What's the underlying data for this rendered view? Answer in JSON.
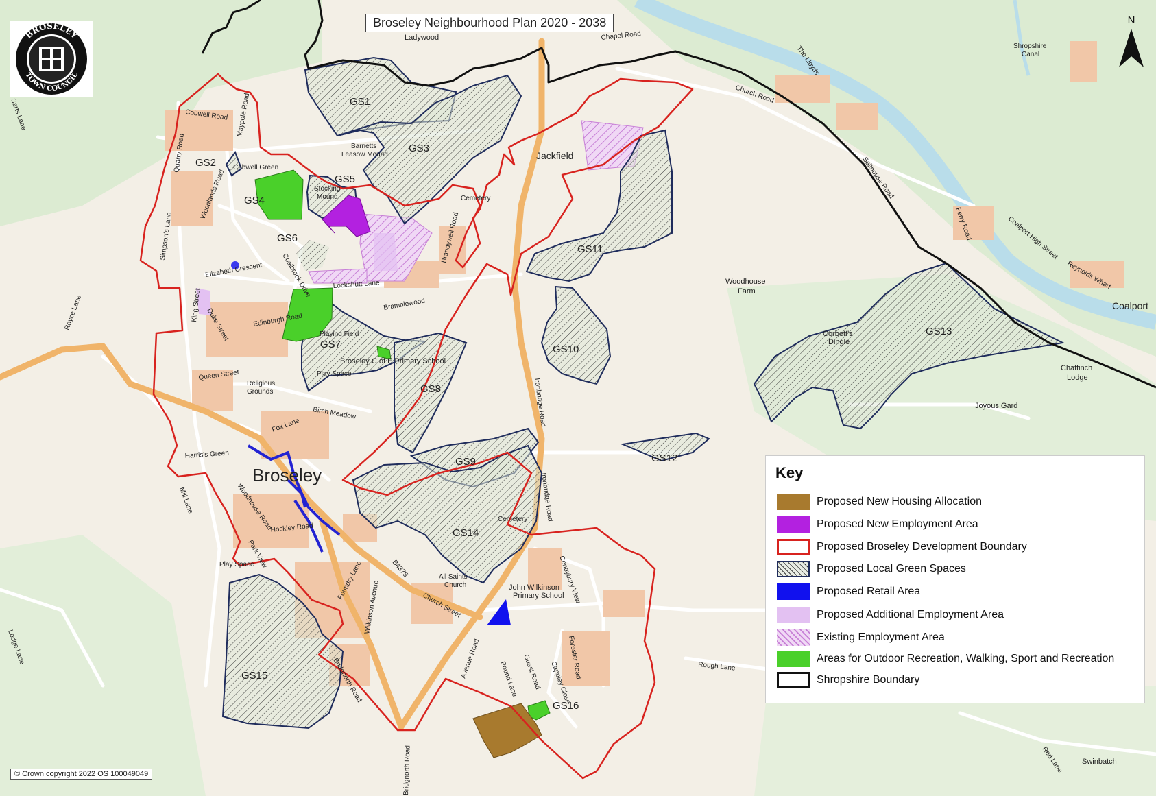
{
  "map_title": "Broseley Neighbourhood Plan 2020 - 2038",
  "logo": {
    "text_top": "BROSELEY",
    "text_bottom": "TOWN COUNCIL"
  },
  "north_label": "N",
  "copyright": "© Crown copyright 2022 OS 100049049",
  "town_label": "Broseley",
  "green_space_labels": [
    "GS1",
    "GS2",
    "GS3",
    "GS4",
    "GS5",
    "GS6",
    "GS7",
    "GS8",
    "GS9",
    "GS10",
    "GS11",
    "GS12",
    "GS13",
    "GS14",
    "GS15",
    "GS16"
  ],
  "place_labels": {
    "ladywood": "Ladywood",
    "jackfield": "Jackfield",
    "woodhouse_farm_1": "Woodhouse",
    "woodhouse_farm_2": "Farm",
    "coalport": "Coalport",
    "chaffinch_1": "Chaffinch",
    "chaffinch_2": "Lodge",
    "joyous_gard": "Joyous Gard",
    "swinbatch": "Swinbatch",
    "shropshire_canal_1": "Shropshire",
    "shropshire_canal_2": "Canal",
    "school_1": "John Wilkinson",
    "school_2": "Primary School",
    "all_saints_1": "All Saints",
    "all_saints_2": "Church",
    "cemetery_1": "Cemetery",
    "cemetery_2": "Cemetery",
    "playing_field": "Playing Field",
    "play_space_1": "Play Space",
    "play_space_2": "Play Space",
    "religious_1": "Religious",
    "religious_2": "Grounds",
    "barnetts_1": "Barnetts",
    "barnetts_2": "Leasow Mound",
    "stocking_1": "Stocking",
    "stocking_2": "Mound",
    "corbetts_1": "Corbett's",
    "corbetts_2": "Dingle",
    "school_broseley": "Broseley C of E Primary School",
    "cobwell_green": "Cobwell Green"
  },
  "road_labels": {
    "cobwell_road": "Cobwell Road",
    "quarry_road": "Quarry Road",
    "maypole_road": "Maypole Road",
    "woodlands_road": "Woodlands Road",
    "simpsons_lane": "Simpson's Lane",
    "king_street": "King Street",
    "duke_street": "Duke Street",
    "elizabeth_crescent": "Elizabeth Crescent",
    "edinburgh_road": "Edinburgh Road",
    "queen_street": "Queen Street",
    "fox_lane": "Fox Lane",
    "harris_green": "Harris's Green",
    "mill_lane": "Mill Lane",
    "woodhouse_road": "Woodhouse Road",
    "hockley_road": "Hockley Road",
    "park_view": "Park View",
    "b4375": "B4375",
    "church_street": "Church Street",
    "foundry_lane": "Foundry Lane",
    "wilkinson_avenue": "Wilkinson Avenue",
    "bridgnorth_road_1": "Bridgnorth Road",
    "bridgnorth_road_2": "Bridgnorth Road",
    "avenue_road": "Avenue Road",
    "pound_lane": "Pound Lane",
    "guest_road": "Guest Road",
    "forester_road": "Forester Road",
    "coneybury_view": "Coneybury View",
    "cappley_close": "Cappley Close",
    "ironbridge_road": "Ironbridge Road",
    "lockshutt_lane": "Lockshutt Lane",
    "bramblewood": "Bramblewood",
    "brandywell_road": "Brandywell Road",
    "church_road": "Church Road",
    "chapel_road": "Chapel Road",
    "the_lloyds": "The Lloyds",
    "salthouse_road": "Salthouse Road",
    "ferry_road": "Ferry Road",
    "coalport_high_street": "Coalport High Street",
    "reynolds_wharf": "Reynolds Wharf",
    "rough_lane": "Rough Lane",
    "red_lane": "Red Lane",
    "birch_meadow": "Birch Meadow",
    "coalbrook_drive": "Coalbrook Drive",
    "lodge_lane": "Lodge Lane",
    "royce_lane": "Royce Lane",
    "sarts_lane": "Sarts Lane",
    "ironbridge_road_2": "Ironbridge Road"
  },
  "key": {
    "title": "Key",
    "items": [
      {
        "label": "Proposed New Housing Allocation",
        "color": "#a87a2e",
        "style": "fill"
      },
      {
        "label": "Proposed New Employment Area",
        "color": "#b321e0",
        "style": "fill"
      },
      {
        "label": "Proposed Broseley Development Boundary",
        "color": "#d8231f",
        "style": "outline"
      },
      {
        "label": "Proposed Local Green Spaces",
        "color": "#1f2c5c",
        "style": "hatch"
      },
      {
        "label": "Proposed Retail Area",
        "color": "#1111ee",
        "style": "fill"
      },
      {
        "label": "Proposed Additional Employment Area",
        "color": "#e3c1f2",
        "style": "fill"
      },
      {
        "label": "Existing Employment Area",
        "color": "#c77fd6",
        "style": "hatch-pink"
      },
      {
        "label": "Areas for Outdoor Recreation, Walking, Sport and Recreation",
        "color": "#4ad02a",
        "style": "fill"
      },
      {
        "label": "Shropshire Boundary",
        "color": "#111111",
        "style": "outline-black"
      }
    ]
  },
  "colors": {
    "background": "#f3efe6",
    "woodland": "#dcebd2",
    "river": "#b9ddea",
    "major_road": "#f0b46a",
    "minor_road": "#ffffff",
    "building": "#f1c7a8"
  }
}
